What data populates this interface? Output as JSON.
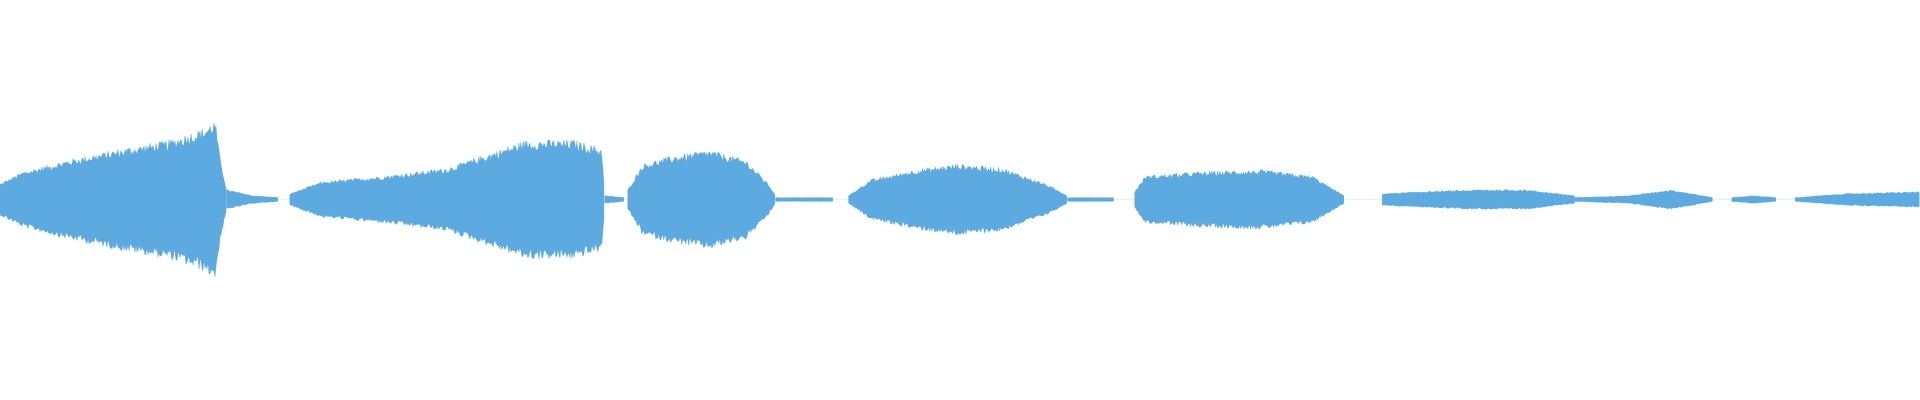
{
  "waveform": {
    "color": "#5DAAE0",
    "background": "#FFFFFF",
    "baseline_color": "#5DAAE0",
    "amplitude_scale": 1.0,
    "segments": [
      {
        "start": 0.0,
        "end": 0.118,
        "envelope": [
          [
            0.0,
            0.08
          ],
          [
            0.1,
            0.14
          ],
          [
            0.3,
            0.2
          ],
          [
            0.55,
            0.26
          ],
          [
            0.75,
            0.3
          ],
          [
            0.9,
            0.36
          ],
          [
            0.95,
            0.4
          ],
          [
            0.97,
            0.22
          ],
          [
            1.0,
            0.05
          ]
        ]
      },
      {
        "start": 0.118,
        "end": 0.145,
        "envelope": [
          [
            0.0,
            0.05
          ],
          [
            0.5,
            0.02
          ],
          [
            1.0,
            0.01
          ]
        ]
      },
      {
        "start": 0.151,
        "end": 0.315,
        "envelope": [
          [
            0.0,
            0.03
          ],
          [
            0.1,
            0.09
          ],
          [
            0.3,
            0.12
          ],
          [
            0.5,
            0.16
          ],
          [
            0.75,
            0.3
          ],
          [
            0.9,
            0.3
          ],
          [
            0.99,
            0.26
          ],
          [
            1.0,
            0.03
          ]
        ]
      },
      {
        "start": 0.315,
        "end": 0.325,
        "envelope": [
          [
            0.0,
            0.02
          ],
          [
            1.0,
            0.01
          ]
        ]
      },
      {
        "start": 0.327,
        "end": 0.404,
        "envelope": [
          [
            0.0,
            0.05
          ],
          [
            0.1,
            0.18
          ],
          [
            0.3,
            0.22
          ],
          [
            0.55,
            0.25
          ],
          [
            0.8,
            0.2
          ],
          [
            0.95,
            0.08
          ],
          [
            1.0,
            0.02
          ]
        ]
      },
      {
        "start": 0.404,
        "end": 0.434,
        "envelope": [
          [
            0.0,
            0.01
          ],
          [
            1.0,
            0.01
          ]
        ]
      },
      {
        "start": 0.442,
        "end": 0.556,
        "envelope": [
          [
            0.0,
            0.02
          ],
          [
            0.1,
            0.1
          ],
          [
            0.3,
            0.15
          ],
          [
            0.5,
            0.18
          ],
          [
            0.7,
            0.16
          ],
          [
            0.9,
            0.08
          ],
          [
            1.0,
            0.02
          ]
        ]
      },
      {
        "start": 0.556,
        "end": 0.58,
        "envelope": [
          [
            0.0,
            0.01
          ],
          [
            1.0,
            0.01
          ]
        ]
      },
      {
        "start": 0.591,
        "end": 0.7,
        "envelope": [
          [
            0.0,
            0.04
          ],
          [
            0.05,
            0.12
          ],
          [
            0.3,
            0.14
          ],
          [
            0.6,
            0.15
          ],
          [
            0.85,
            0.12
          ],
          [
            1.0,
            0.02
          ]
        ]
      },
      {
        "start": 0.72,
        "end": 0.82,
        "envelope": [
          [
            0.0,
            0.03
          ],
          [
            0.2,
            0.04
          ],
          [
            0.5,
            0.05
          ],
          [
            0.75,
            0.05
          ],
          [
            1.0,
            0.02
          ]
        ]
      },
      {
        "start": 0.82,
        "end": 0.892,
        "envelope": [
          [
            0.0,
            0.01
          ],
          [
            0.4,
            0.02
          ],
          [
            0.7,
            0.05
          ],
          [
            0.85,
            0.03
          ],
          [
            1.0,
            0.01
          ]
        ]
      },
      {
        "start": 0.902,
        "end": 0.925,
        "envelope": [
          [
            0.0,
            0.01
          ],
          [
            0.5,
            0.02
          ],
          [
            1.0,
            0.01
          ]
        ]
      },
      {
        "start": 0.935,
        "end": 1.0,
        "envelope": [
          [
            0.0,
            0.01
          ],
          [
            0.4,
            0.03
          ],
          [
            1.0,
            0.04
          ]
        ]
      }
    ]
  }
}
